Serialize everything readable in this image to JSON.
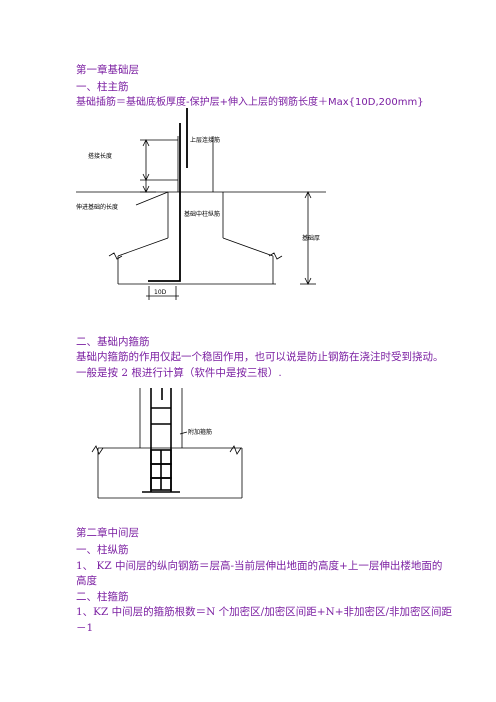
{
  "colors": {
    "text": "#7b1fa2",
    "drawing": "#000000"
  },
  "chapter1": {
    "title": "第一章基础层",
    "section1": {
      "heading": "一、柱主筋",
      "formula": "基础插筋＝基础底板厚度-保护层+伸入上层的钢筋长度＋Max{10D,200mm}"
    },
    "figure1": {
      "label_upper": "上层连接筋",
      "label_lap": "搭接长度",
      "label_into": "伸进基础的长度",
      "label_inner": "基础中柱纵筋",
      "label_thickness": "基础厚",
      "label_10d": "10D"
    },
    "section2": {
      "heading": "二、基础内箍筋",
      "para_line1": "基础内箍筋的作用仅起一个稳固作用，也可以说是防止钢筋在浇注时受到挠动。",
      "para_line2": "一般是按 2 根进行计算（软件中是按三根）."
    },
    "figure2": {
      "label_stirrup": "附加箍筋"
    }
  },
  "chapter2": {
    "title": "第二章中间层",
    "section1": {
      "heading": "一、柱纵筋",
      "item1_line1": "1、  KZ 中间层的纵向钢筋＝层高-当前层伸出地面的高度+上一层伸出楼地面的",
      "item1_line2": "高度"
    },
    "section2": {
      "heading": "二、柱箍筋",
      "item1_line1": "1、KZ 中间层的箍筋根数＝N 个加密区/加密区间距+N+非加密区/非加密区间距",
      "item1_line2": "－1"
    }
  }
}
